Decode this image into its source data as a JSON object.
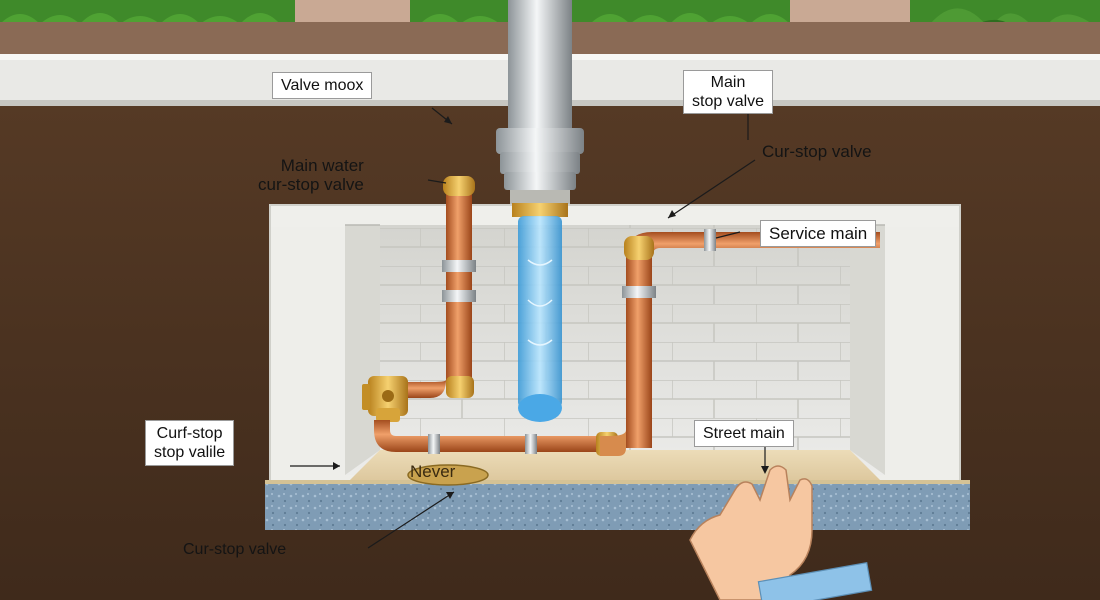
{
  "labels": {
    "valve_box": "Valve moox",
    "main_stop_line1": "Main",
    "main_stop_line2": "stop valve",
    "curb_stop_right": "Cur-stop valve",
    "main_water_line1": "Main water",
    "main_water_line2": "cur-stop valve",
    "service_main": "Service main",
    "curf_stop_line1": "Curf-stop",
    "curf_stop_line2": "stop valile",
    "street_main": "Street main",
    "never": "Never",
    "bottom_curb_stop": "Cur-stop valve"
  },
  "colors": {
    "soil": "#4a3220",
    "concrete_wall": "#e8e8e4",
    "copper": "#d77a3e",
    "brass": "#e4b23a",
    "water": "#5fb8ee",
    "gravel_base": "#7e9bb3",
    "grass": "#3f8a2a"
  }
}
